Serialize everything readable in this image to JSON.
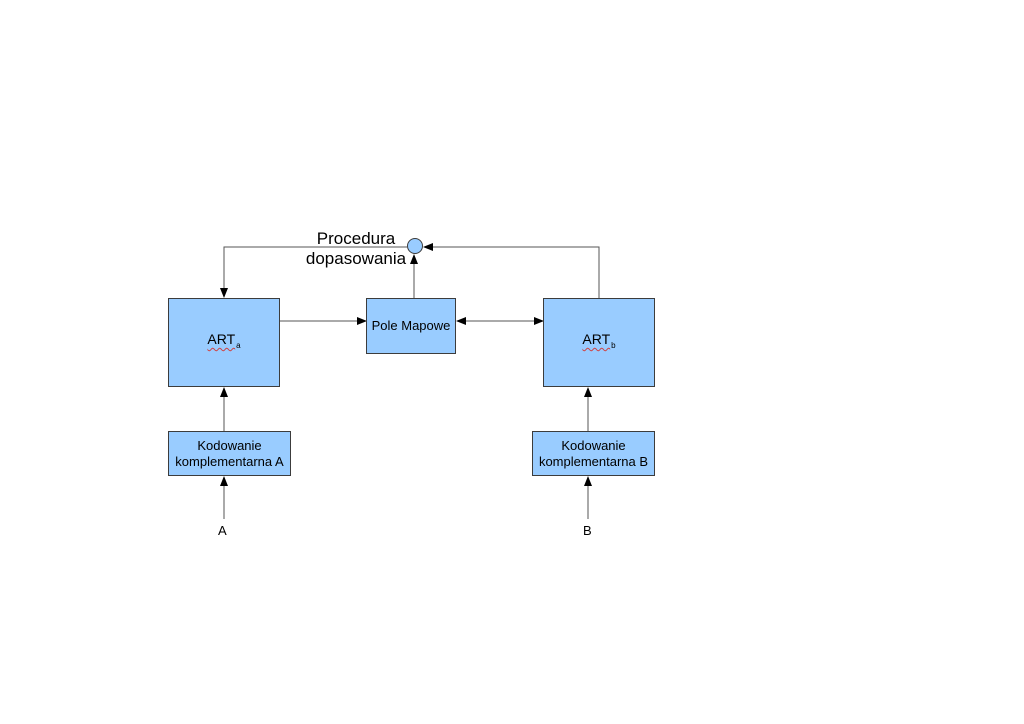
{
  "diagram": {
    "title_line1": "Procedura",
    "title_line2": "dopasowania",
    "art_a": {
      "main": "ART",
      "sub": "a"
    },
    "art_b": {
      "main": "ART",
      "sub": "b"
    },
    "map_field": "Pole Mapowe",
    "coding_a": {
      "line1": "Kodowanie",
      "line2": "komplementarna A"
    },
    "coding_b": {
      "line1": "Kodowanie",
      "line2": "komplementarna B"
    },
    "input_a": "A",
    "input_b": "B"
  },
  "colors": {
    "box_fill": "#99ccff",
    "node_fill": "#99ccff",
    "line": "#555555"
  }
}
